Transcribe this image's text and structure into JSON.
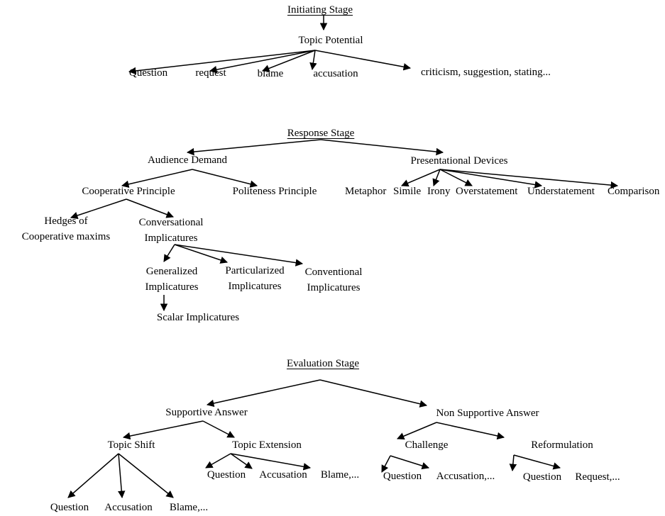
{
  "initiating": {
    "title": "Initiating Stage",
    "topic": "Topic Potential",
    "items": [
      "Question",
      "request",
      "blame",
      "accusation",
      "criticism, suggestion, stating..."
    ]
  },
  "response": {
    "title": "Response Stage",
    "audience_demand": "Audience Demand",
    "presentational_devices": "Presentational Devices",
    "cooperative_principle": "Cooperative Principle",
    "politeness_principle": "Politeness Principle",
    "devices": [
      "Metaphor",
      "Simile",
      "Irony",
      "Overstatement",
      "Understatement",
      "Comparison"
    ],
    "hedges": [
      "Hedges of",
      "Cooperative maxims"
    ],
    "conversational": [
      "Conversational",
      "Implicatures"
    ],
    "generalized": [
      "Generalized",
      "Implicatures"
    ],
    "particularized": [
      "Particularized",
      "Implicatures"
    ],
    "conventional": [
      "Conventional",
      "Implicatures"
    ],
    "scalar": "Scalar Implicatures"
  },
  "evaluation": {
    "title": "Evaluation Stage",
    "supportive": "Supportive Answer",
    "non_supportive": "Non Supportive Answer",
    "topic_shift": "Topic Shift",
    "topic_extension": "Topic Extension",
    "challenge": "Challenge",
    "reformulation": "Reformulation",
    "shift_items": [
      "Question",
      "Accusation",
      "Blame,..."
    ],
    "extension_items": [
      "Question",
      "Accusation",
      "Blame,..."
    ],
    "challenge_items": [
      "Question",
      "Accusation,..."
    ],
    "reformulation_items": [
      "Question",
      "Request,..."
    ]
  }
}
